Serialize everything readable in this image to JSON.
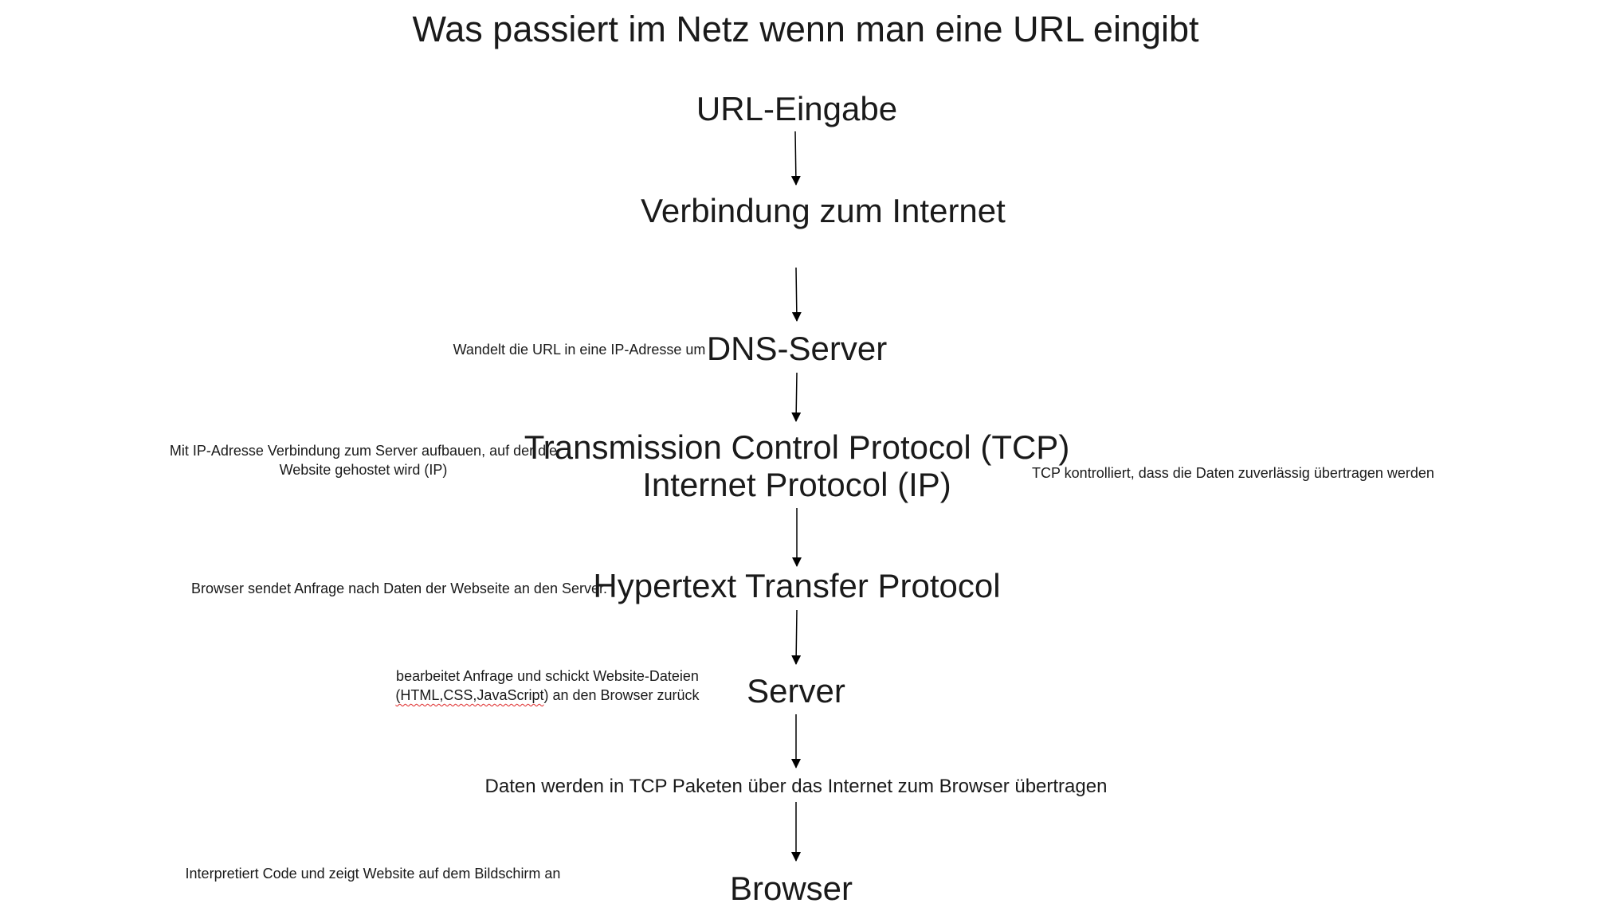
{
  "title": "Was passiert im Netz wenn man eine URL eingibt",
  "nodes": {
    "url_input": "URL-Eingabe",
    "internet_connection": "Verbindung zum Internet",
    "dns_server": "DNS-Server",
    "tcp": "Transmission Control Protocol (TCP)",
    "ip": "Internet Protocol (IP)",
    "http": "Hypertext Transfer Protocol",
    "server": "Server",
    "transfer": "Daten werden in TCP Paketen über das Internet zum Browser übertragen",
    "browser": "Browser"
  },
  "notes": {
    "dns": "Wandelt die URL in eine IP-Adresse um",
    "tcpip_line1": "Mit IP-Adresse Verbindung zum Server aufbauen, auf der die",
    "tcpip_line2": "Website gehostet wird (IP)",
    "tcp_right": "TCP kontrolliert, dass die Daten zuverlässig übertragen werden",
    "http": "Browser sendet Anfrage nach Daten der Webseite an den Server.",
    "server_line1": "bearbeitet Anfrage und schickt Website-Dateien",
    "server_line2_part1": "(HTML,CSS,JavaScript",
    "server_line2_part2": ") an den Browser zurück",
    "browser": "Interpretiert Code und zeigt Website auf dem Bildschirm an"
  }
}
